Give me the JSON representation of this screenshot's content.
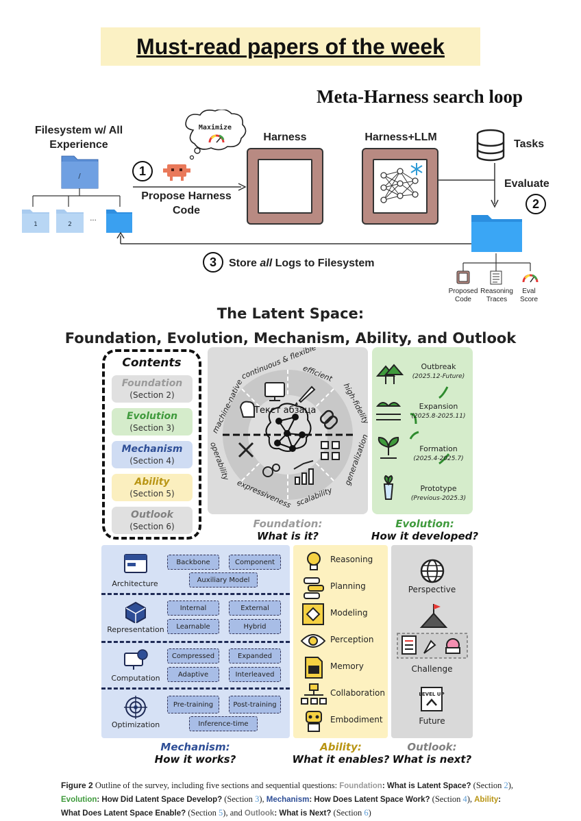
{
  "banner": {
    "title": "Must-read papers of the week"
  },
  "meta_harness": {
    "title": "Meta-Harness search loop",
    "filesystem_label": "Filesystem w/ All Experience",
    "root_folder": "/",
    "folder_1": "1",
    "folder_2": "2",
    "folder_ellipsis": "···",
    "bubble_text": "Maximize",
    "step_1": "1",
    "propose_label": "Propose Harness Code",
    "harness_label": "Harness",
    "harness_llm_label": "Harness+LLM",
    "tasks_label": "Tasks",
    "evaluate_label": "Evaluate",
    "step_2": "2",
    "step_3": "3",
    "store_prefix": "Store ",
    "store_italic": "all",
    "store_suffix": " Logs to Filesystem",
    "log_proposed": "Proposed Code",
    "log_reasoning": "Reasoning Traces",
    "log_eval": "Eval Score"
  },
  "latent": {
    "title_line1": "The Latent Space:",
    "title_line2": "Foundation, Evolution, Mechanism, Ability, and Outlook",
    "contents": {
      "title": "Contents",
      "items": [
        {
          "name": "Foundation",
          "section": "(Section 2)",
          "bg": "#e0e0e0",
          "color": "#9a9a9a"
        },
        {
          "name": "Evolution",
          "section": "(Section 3)",
          "bg": "#d5eccb",
          "color": "#3f9a3c"
        },
        {
          "name": "Mechanism",
          "section": "(Section 4)",
          "bg": "#cfdcf3",
          "color": "#2e4e96"
        },
        {
          "name": "Ability",
          "section": "(Section 5)",
          "bg": "#fbefbf",
          "color": "#b99514"
        },
        {
          "name": "Outlook",
          "section": "(Section 6)",
          "bg": "#e0e0e0",
          "color": "#808080"
        }
      ]
    },
    "foundation": {
      "properties": [
        "continuous & flexible",
        "efficient",
        "high-fidelity",
        "generalization",
        "scalability",
        "expressiveness",
        "operability",
        "machine-native"
      ],
      "overlay_text": "Текст абзаца",
      "caption_name": "Foundation:",
      "caption_q": "What is it?"
    },
    "evolution": {
      "stages": [
        {
          "name": "Outbreak",
          "period": "(2025.12-Future)"
        },
        {
          "name": "Expansion",
          "period": "(2025.8-2025.11)"
        },
        {
          "name": "Formation",
          "period": "(2025.4-2025.7)"
        },
        {
          "name": "Prototype",
          "period": "(Previous-2025.3)"
        }
      ],
      "caption_name": "Evolution:",
      "caption_q": "How it developed?"
    },
    "mechanism": {
      "groups": [
        {
          "label": "Architecture",
          "chips": [
            "Backbone",
            "Component",
            "Auxiliary Model"
          ]
        },
        {
          "label": "Representation",
          "chips": [
            "Internal",
            "External",
            "Learnable",
            "Hybrid"
          ]
        },
        {
          "label": "Computation",
          "chips": [
            "Compressed",
            "Expanded",
            "Adaptive",
            "Interleaved"
          ]
        },
        {
          "label": "Optimization",
          "chips": [
            "Pre-training",
            "Post-training",
            "Inference-time"
          ]
        }
      ],
      "caption_name": "Mechanism:",
      "caption_q": "How it works?"
    },
    "ability": {
      "items": [
        "Reasoning",
        "Planning",
        "Modeling",
        "Perception",
        "Memory",
        "Collaboration",
        "Embodiment"
      ],
      "caption_name": "Ability:",
      "caption_q": "What it enables?"
    },
    "outlook": {
      "items": [
        "Perspective",
        "Challenge",
        "Future"
      ],
      "level_up_text": "LEVEL UP",
      "caption_name": "Outlook:",
      "caption_q": "What is next?"
    }
  },
  "caption": {
    "fig": "Figure 2",
    "t1": "  Outline of the survey, including five sections and sequential questions:  ",
    "foundation_k": "Foundation",
    "q1": ": What is Latent Space?",
    "t2": " (Section ",
    "n2": "2",
    "t2b": "), ",
    "evolution_k": "Evolution",
    "q2": ": How Did Latent Space Develop?",
    "t3": " (Section ",
    "n3": "3",
    "t3b": "), ",
    "mechanism_k": "Mechanism",
    "q3": ": How Does Latent Space Work?",
    "t4": " (Section ",
    "n4": "4",
    "t4b": "), ",
    "ability_k": "Ability",
    "q4": ": What Does Latent Space Enable?",
    "t5": " (Section ",
    "n5": "5",
    "t5b": "), and ",
    "outlook_k": "Outlook",
    "q5": ": What is Next?",
    "t6": " (Section ",
    "n6": "6",
    "t6b": ")"
  }
}
